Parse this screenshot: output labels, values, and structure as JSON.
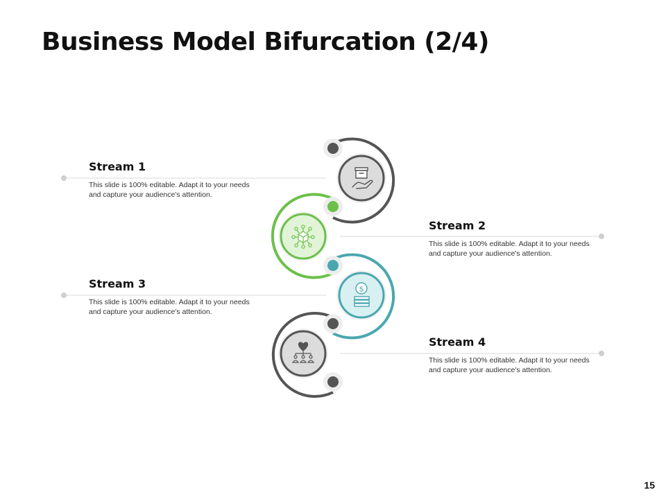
{
  "title": "Business Model Bifurcation (2/4)",
  "page_number": "15",
  "colors": {
    "dark": "#555555",
    "green": "#6cc04a",
    "teal": "#4aa7b0",
    "line": "#d9d9d9",
    "inner_grey": "#dcdcdc",
    "inner_green": "#e2f4d8",
    "inner_teal": "#d8f0f1"
  },
  "streams": [
    {
      "label": "Stream 1",
      "description": "This slide is 100% editable. Adapt it to your needs and capture your audience's attention.",
      "icon": "box-in-hand-icon"
    },
    {
      "label": "Stream 2",
      "description": "This slide is 100% editable. Adapt it to your needs and capture your audience's attention.",
      "icon": "network-cube-icon"
    },
    {
      "label": "Stream 3",
      "description": "This slide is 100% editable. Adapt it to your needs and capture your audience's attention.",
      "icon": "dollar-coins-icon"
    },
    {
      "label": "Stream 4",
      "description": "This slide is 100% editable. Adapt it to your needs and capture your audience's attention.",
      "icon": "heart-hierarchy-icon"
    }
  ]
}
